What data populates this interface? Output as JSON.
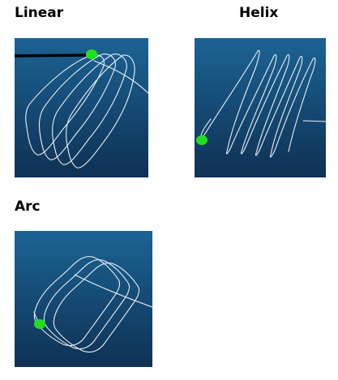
{
  "colors": {
    "viewport_top": "#1b6394",
    "viewport_bottom": "#0f3154",
    "path_stroke": "#e9f0f5",
    "tool_marker": "#22e01f",
    "tool_shaft": "#000000"
  },
  "panels": [
    {
      "id": "linear",
      "title": "Linear",
      "icon": "tool-tip-marker"
    },
    {
      "id": "helix",
      "title": "Helix",
      "icon": "tool-tip-marker"
    },
    {
      "id": "arc",
      "title": "Arc",
      "icon": "tool-tip-marker"
    }
  ]
}
